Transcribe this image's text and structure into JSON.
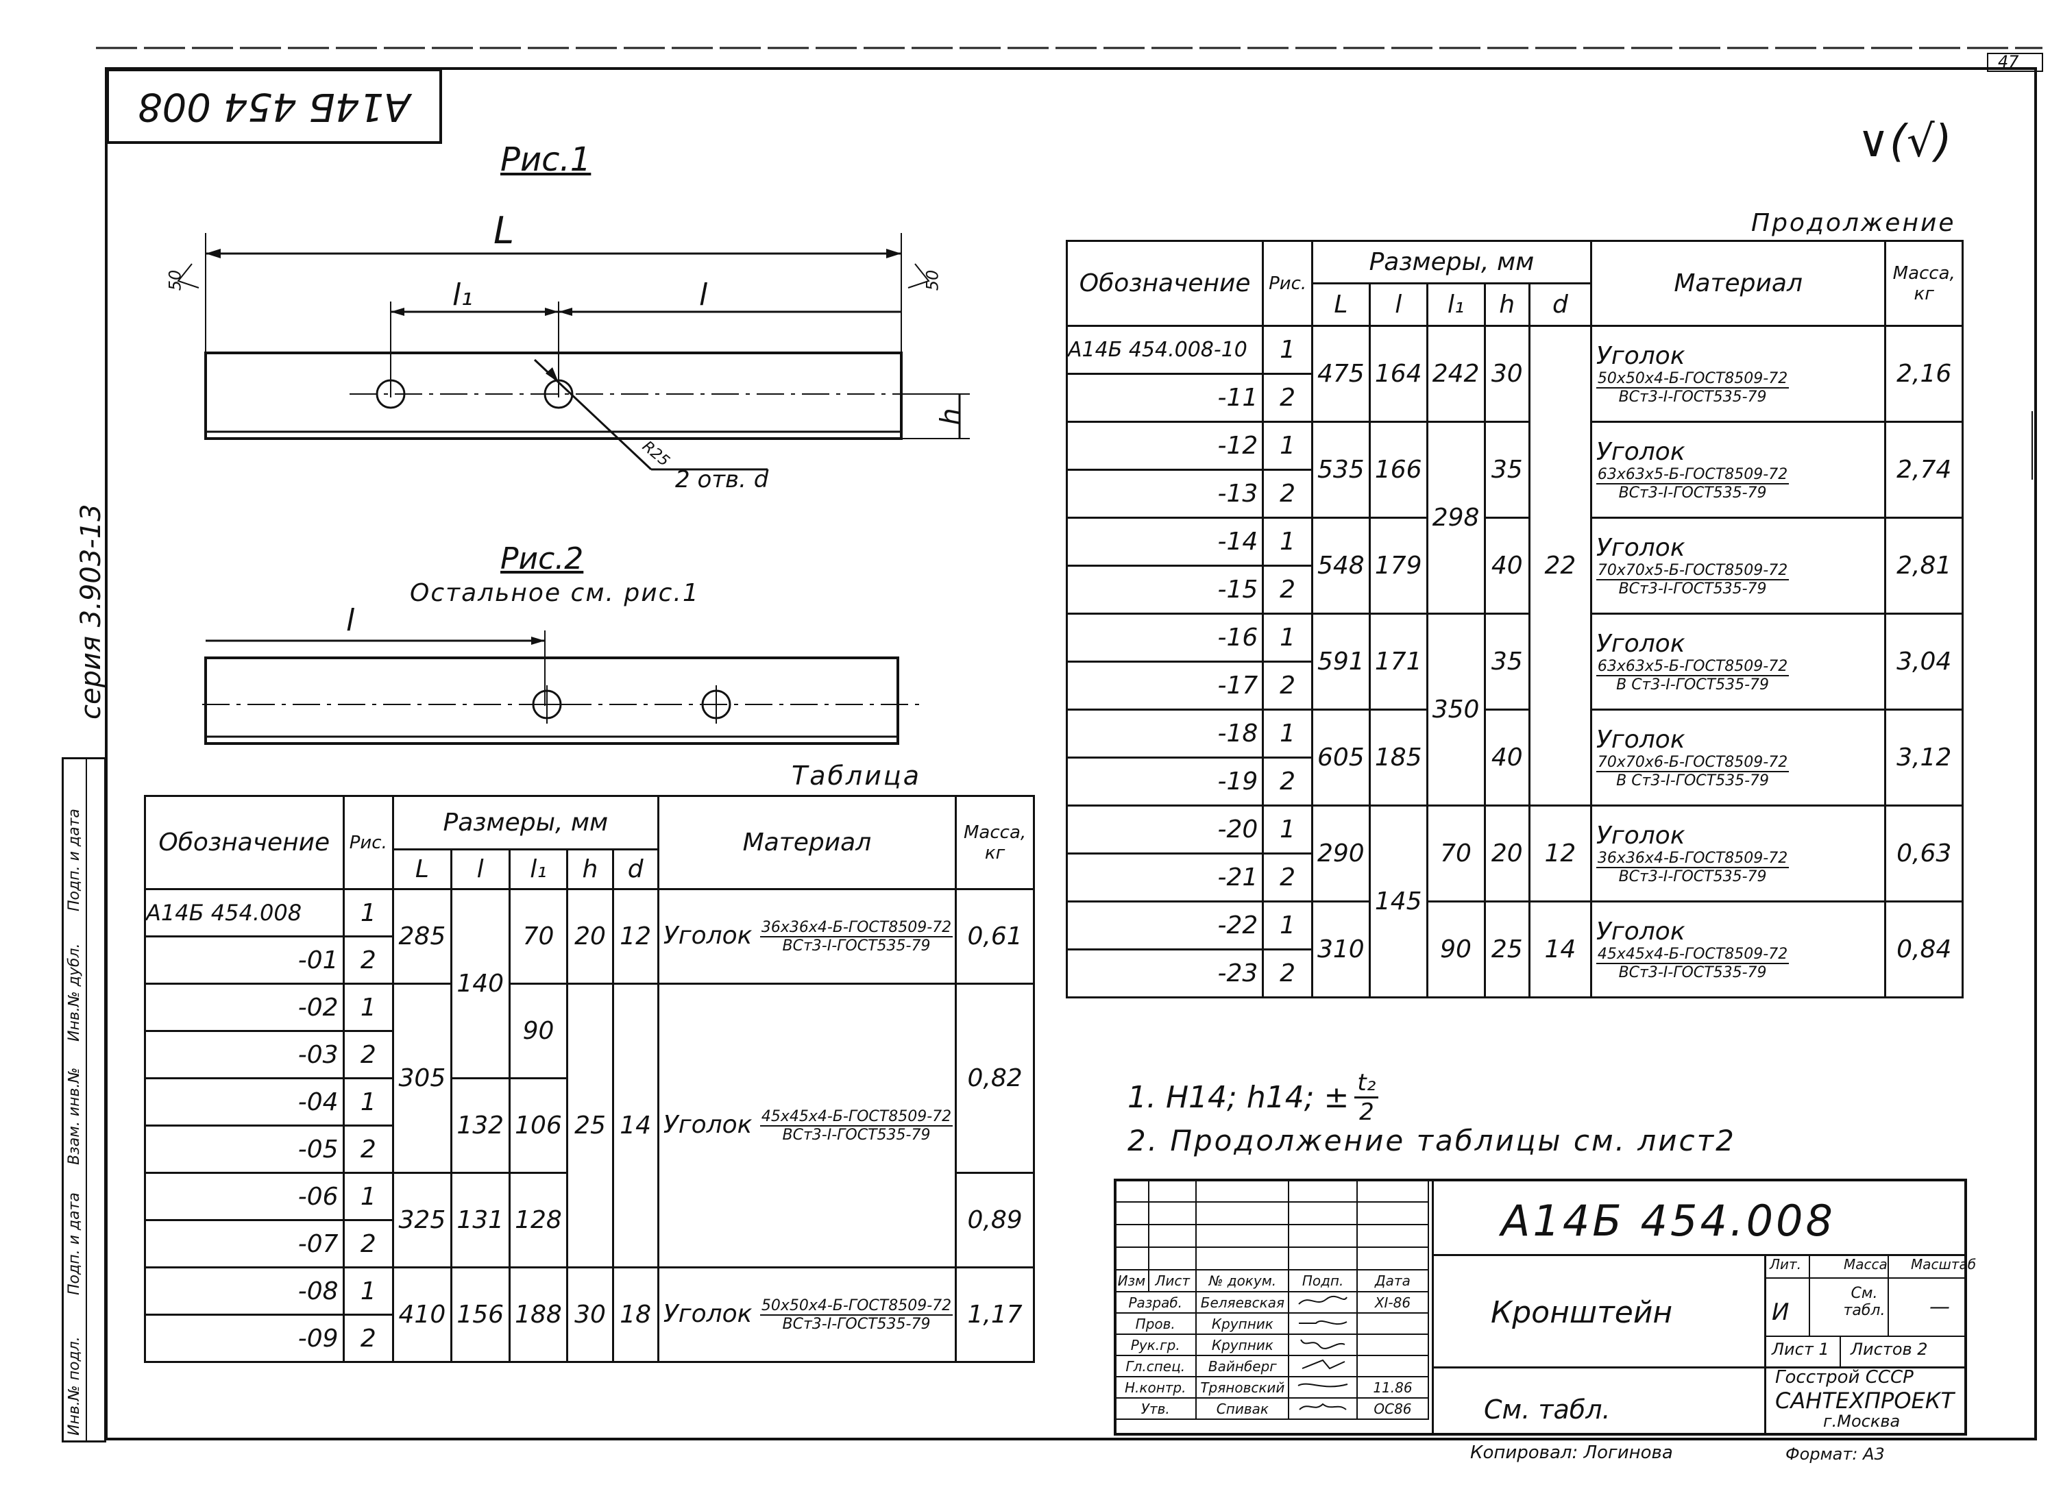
{
  "header": {
    "doc_code_rotated": "А14Б 454 008",
    "page_number": "47",
    "roughness_mark": "∨(√)",
    "series_label": "серия 3.903-13"
  },
  "fig1": {
    "title": "Рис.1",
    "dim_L": "L",
    "dim_l1": "l₁",
    "dim_l": "l",
    "dim_h": "h",
    "angle_left": "50",
    "angle_right": "50",
    "radius_label": "R25",
    "holes_label": "2 отв. d"
  },
  "fig2": {
    "title": "Рис.2",
    "subtitle": "Остальное см. рис.1",
    "dim_l": "l"
  },
  "table1": {
    "caption": "Таблица",
    "headers": {
      "designation": "Обозначение",
      "fig": "Рис.",
      "sizes": "Размеры, мм",
      "L": "L",
      "l": "l",
      "l1": "l₁",
      "h": "h",
      "d": "d",
      "material": "Материал",
      "mass": "Масса, кг"
    },
    "rows": [
      {
        "des": "А14Б 454.008",
        "fig": "1"
      },
      {
        "des": "-01",
        "fig": "2"
      },
      {
        "des": "-02",
        "fig": "1"
      },
      {
        "des": "-03",
        "fig": "2"
      },
      {
        "des": "-04",
        "fig": "1"
      },
      {
        "des": "-05",
        "fig": "2"
      },
      {
        "des": "-06",
        "fig": "1"
      },
      {
        "des": "-07",
        "fig": "2"
      },
      {
        "des": "-08",
        "fig": "1"
      },
      {
        "des": "-09",
        "fig": "2"
      }
    ],
    "vals": {
      "L_285": "285",
      "L_305": "305",
      "L_325": "325",
      "L_410": "410",
      "l_140": "140",
      "l_132": "132",
      "l_131": "131",
      "l_156": "156",
      "l1_70": "70",
      "l1_90": "90",
      "l1_106": "106",
      "l1_128": "128",
      "l1_188": "188",
      "h_20": "20",
      "h_25": "25",
      "h_30": "30",
      "d_12": "12",
      "d_14": "14",
      "d_18": "18",
      "m_061": "0,61",
      "m_082": "0,82",
      "m_089": "0,89",
      "m_117": "1,17"
    },
    "materials": [
      {
        "prefix": "Уголок",
        "num": "36x36x4-Б-ГОСТ8509-72",
        "den": "ВСт3-I-ГОСТ535-79"
      },
      {
        "prefix": "Уголок",
        "num": "45x45x4-Б-ГОСТ8509-72",
        "den": "ВСт3-I-ГОСТ535-79"
      },
      {
        "prefix": "Уголок",
        "num": "50x50x4-Б-ГОСТ8509-72",
        "den": "ВСт3-I-ГОСТ535-79"
      }
    ]
  },
  "table2": {
    "caption": "Продолжение",
    "headers": {
      "designation": "Обозначение",
      "fig": "Рис.",
      "sizes": "Размеры, мм",
      "L": "L",
      "l": "l",
      "l1": "l₁",
      "h": "h",
      "d": "d",
      "material": "Материал",
      "mass": "Масса, кг"
    },
    "rows": [
      {
        "des": "А14Б 454.008-10",
        "fig": "1"
      },
      {
        "des": "-11",
        "fig": "2"
      },
      {
        "des": "-12",
        "fig": "1"
      },
      {
        "des": "-13",
        "fig": "2"
      },
      {
        "des": "-14",
        "fig": "1"
      },
      {
        "des": "-15",
        "fig": "2"
      },
      {
        "des": "-16",
        "fig": "1"
      },
      {
        "des": "-17",
        "fig": "2"
      },
      {
        "des": "-18",
        "fig": "1"
      },
      {
        "des": "-19",
        "fig": "2"
      },
      {
        "des": "-20",
        "fig": "1"
      },
      {
        "des": "-21",
        "fig": "2"
      },
      {
        "des": "-22",
        "fig": "1"
      },
      {
        "des": "-23",
        "fig": "2"
      }
    ],
    "vals": {
      "L_475": "475",
      "L_535": "535",
      "L_548": "548",
      "L_591": "591",
      "L_605": "605",
      "L_290": "290",
      "L_310": "310",
      "l_164": "164",
      "l_166": "166",
      "l_179": "179",
      "l_171": "171",
      "l_185": "185",
      "l_145": "145",
      "l1_242": "242",
      "l1_298": "298",
      "l1_350": "350",
      "l1_70": "70",
      "l1_90": "90",
      "h_30": "30",
      "h_35a": "35",
      "h_40a": "40",
      "h_35b": "35",
      "h_40b": "40",
      "h_20": "20",
      "h_25": "25",
      "d_22": "22",
      "d_12": "12",
      "d_14": "14",
      "m_216": "2,16",
      "m_274": "2,74",
      "m_281": "2,81",
      "m_304": "3,04",
      "m_312": "3,12",
      "m_063": "0,63",
      "m_084": "0,84"
    },
    "materials": [
      {
        "prefix": "Уголок",
        "num": "50x50x4-Б-ГОСТ8509-72",
        "den": "ВСт3-I-ГОСТ535-79"
      },
      {
        "prefix": "Уголок",
        "num": "63x63x5-Б-ГОСТ8509-72",
        "den": "ВСт3-I-ГОСТ535-79"
      },
      {
        "prefix": "Уголок",
        "num": "70x70x5-Б-ГОСТ8509-72",
        "den": "ВСт3-I-ГОСТ535-79"
      },
      {
        "prefix": "Уголок",
        "num": "63x63x5-Б-ГОСТ8509-72",
        "den": "В Ст3-I-ГОСТ535-79"
      },
      {
        "prefix": "Уголок",
        "num": "70x70x6-Б-ГОСТ8509-72",
        "den": "В Ст3-I-ГОСТ535-79"
      },
      {
        "prefix": "Уголок",
        "num": "36x36x4-Б-ГОСТ8509-72",
        "den": "ВСт3-I-ГОСТ535-79"
      },
      {
        "prefix": "Уголок",
        "num": "45x45x4-Б-ГОСТ8509-72",
        "den": "ВСт3-I-ГОСТ535-79"
      }
    ]
  },
  "notes": {
    "note1_prefix": "1. Н14; h14; ±",
    "note1_num": "t₂",
    "note1_den": "2",
    "note2": "2. Продолжение таблицы см. лист2"
  },
  "left_strip": {
    "items": [
      "Подп. и дата",
      "Инв.№ дубл.",
      "Взам. инв.№",
      "Подп. и дата",
      "Инв.№ подл."
    ]
  },
  "title_block": {
    "doc_number": "А14Б 454.008",
    "name": "Кронштейн",
    "material_ref": "См. табл.",
    "col_headers": [
      "Изм",
      "Лист",
      "№ докум.",
      "Подп.",
      "Дата"
    ],
    "roles": [
      {
        "role": "Разраб.",
        "name": "Беляевская",
        "date": "XI-86"
      },
      {
        "role": "Пров.",
        "name": "Крупник",
        "date": ""
      },
      {
        "role": "Рук.гр.",
        "name": "Крупник",
        "date": ""
      },
      {
        "role": "Гл.спец.",
        "name": "Вайнберг",
        "date": ""
      },
      {
        "role": "Н.контр.",
        "name": "Тряновский",
        "date": "11.86"
      },
      {
        "role": "Утв.",
        "name": "Спивак",
        "date": "ОС86"
      }
    ],
    "lit_label": "Лит.",
    "mass_label": "Масса",
    "scale_label": "Масштаб",
    "lit_value": "И",
    "mass_value": "См. табл.",
    "scale_value": "—",
    "sheet_label": "Лист 1",
    "sheets_label": "Листов 2",
    "org_line1": "Госстрой СССР",
    "org_line2": "САНТЕХПРОЕКТ",
    "org_line3": "г.Москва",
    "copied_by": "Копировал: Логинова",
    "format": "Формат: А3"
  }
}
